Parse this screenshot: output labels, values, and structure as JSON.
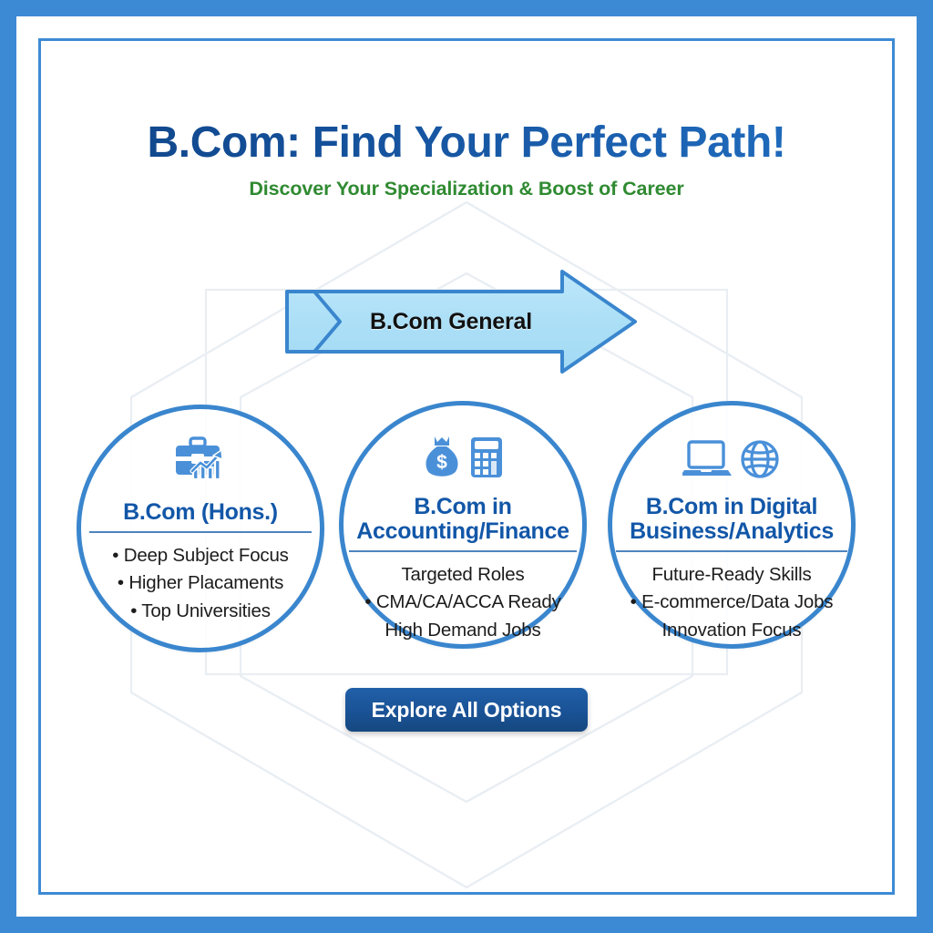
{
  "header": {
    "title": "B.Com: Find Your Perfect Path!",
    "subtitle": "Discover Your Specialization & Boost of Career",
    "title_gradient_start": "#0f4384",
    "title_gradient_end": "#2272c4",
    "subtitle_color": "#2f8a31"
  },
  "banner": {
    "label": "B.Com General",
    "fill_color": "#ade0f7",
    "stroke_color": "#3a86ce",
    "text_color": "#111111"
  },
  "cards": [
    {
      "id": "bcom-hons",
      "title": "B.Com (Hons.)",
      "icons": [
        "briefcase-growth-chart-icon"
      ],
      "bullets": [
        "• Deep Subject Focus",
        "• Higher Placaments",
        "• Top Universities"
      ]
    },
    {
      "id": "bcom-accounting-finance",
      "title": "B.Com in\nAccounting/Finance",
      "title_line1": "B.Com in",
      "title_line2": "Accounting/Finance",
      "icons": [
        "money-bag-icon",
        "calculator-icon"
      ],
      "bullets": [
        "Targeted Roles",
        "• CMA/CA/ACCA Ready",
        "High Demand Jobs"
      ]
    },
    {
      "id": "bcom-digital-business-analytics",
      "title": "B.Com in Digital\nBusiness/Analytics",
      "title_line1": "B.Com in Digital",
      "title_line2": "Business/Analytics",
      "icons": [
        "laptop-icon",
        "globe-icon"
      ],
      "bullets": [
        "Future-Ready Skills",
        "• E-commerce/Data Jobs",
        "Innovation Focus"
      ]
    }
  ],
  "cta": {
    "label": "Explore All Options",
    "background_color": "#1a5296",
    "text_color": "#ffffff"
  },
  "theme": {
    "frame_color": "#3d8ad4",
    "circle_border_color": "#3a86ce",
    "icon_color": "#4a90d9",
    "card_title_color": "#1257a8",
    "divider_color": "#2f6fb5",
    "page_background": "#ffffff"
  }
}
